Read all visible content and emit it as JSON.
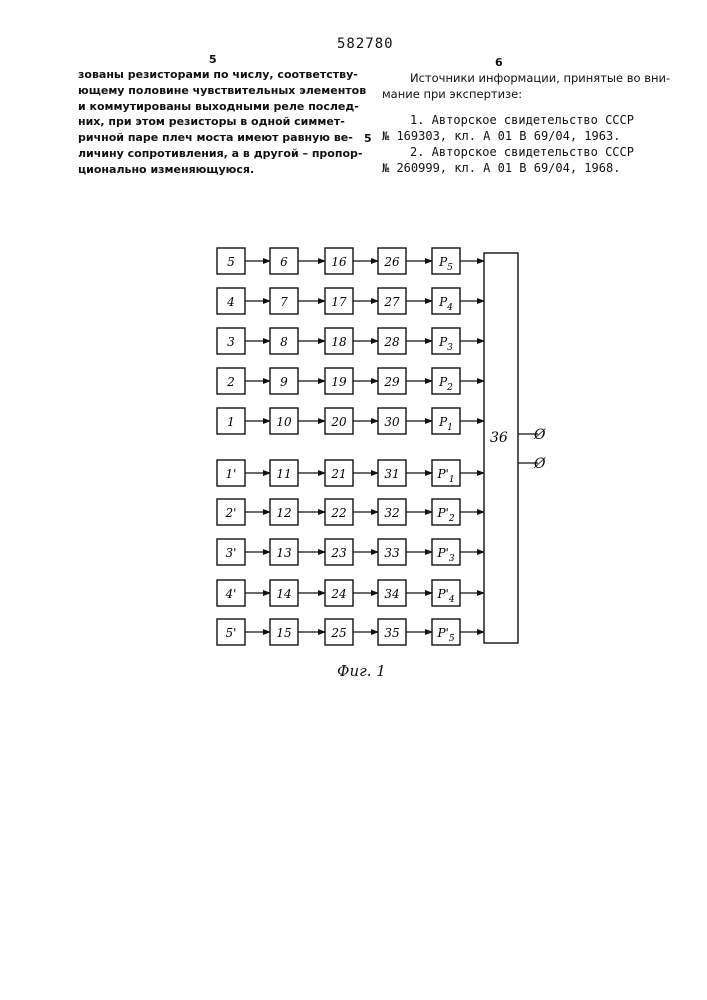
{
  "header": {
    "doc_number": "582780",
    "left_page": "5",
    "right_page": "6",
    "margin_marker": "5"
  },
  "left_text": [
    "зованы резисторами по числу, соответству-",
    "ющему половине чувствительных элементов",
    "и коммутированы выходными реле послед-",
    "них, при этом резисторы в одной симмет-",
    "ричной паре плеч моста имеют равную ве-",
    "личину сопротивления, а в другой – пропор-",
    "ционально изменяющуюся."
  ],
  "right_text": {
    "heading": [
      "Источники информации, принятые во вни-",
      "мание при экспертизе:"
    ],
    "refs": [
      "1. Авторское свидетельство СССР",
      "№ 169303, кл. А 01 В 69/04, 1963.",
      "2. Авторское свидетельство СССР",
      "№ 260999, кл. А 01 В 69/04, 1968."
    ]
  },
  "figure": {
    "caption": "Фиг. 1",
    "bus_label": "36",
    "output_symbols": [
      "Ø",
      "Ø"
    ],
    "rows": [
      {
        "cells": [
          "5",
          "6",
          "16",
          "26",
          "P5"
        ]
      },
      {
        "cells": [
          "4",
          "7",
          "17",
          "27",
          "P4"
        ]
      },
      {
        "cells": [
          "3",
          "8",
          "18",
          "28",
          "P3"
        ]
      },
      {
        "cells": [
          "2",
          "9",
          "19",
          "29",
          "P2"
        ]
      },
      {
        "cells": [
          "1",
          "10",
          "20",
          "30",
          "P1"
        ]
      },
      {
        "cells": [
          "1'",
          "11",
          "21",
          "31",
          "P'1"
        ]
      },
      {
        "cells": [
          "2'",
          "12",
          "22",
          "32",
          "P'2"
        ]
      },
      {
        "cells": [
          "3'",
          "13",
          "23",
          "33",
          "P'3"
        ]
      },
      {
        "cells": [
          "4'",
          "14",
          "24",
          "34",
          "P'4"
        ]
      },
      {
        "cells": [
          "5'",
          "15",
          "25",
          "35",
          "P'5"
        ]
      }
    ]
  }
}
